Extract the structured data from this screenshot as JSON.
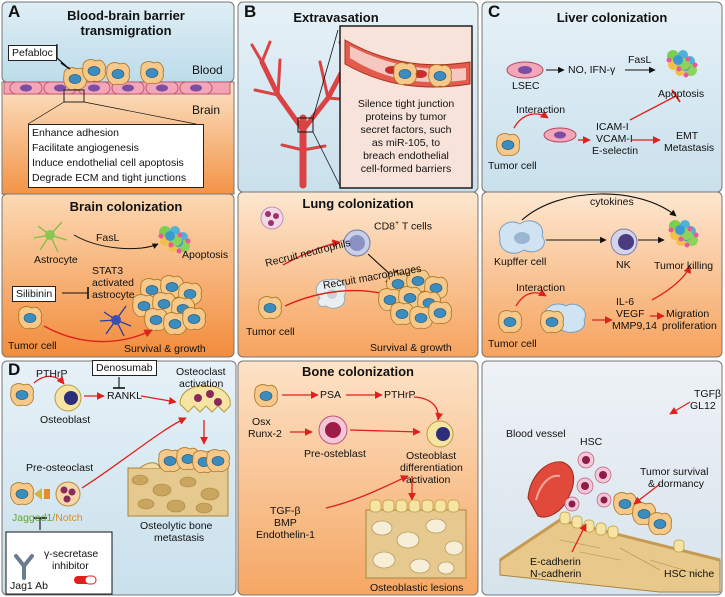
{
  "panels": {
    "a": {
      "letter": "A",
      "title_line1": "Blood-brain barrier",
      "title_line2": "transmigration",
      "inhibitor": "Pefabloc",
      "blood": "Blood",
      "brain": "Brain",
      "effects": [
        "Enhance adhesion",
        "Facilitate angiogenesis",
        "Induce endothelial cell apoptosis",
        "Degrade ECM and tight junctions"
      ],
      "colonization_title": "Brain colonization",
      "astrocyte": "Astrocyte",
      "fasl": "FasL",
      "apoptosis": "Apoptosis",
      "silibinin": "Silibinin",
      "stat3_line1": "STAT3",
      "stat3_line2": "activated",
      "stat3_line3": "astrocyte",
      "tumor_cell": "Tumor cell",
      "survival": "Survival & growth"
    },
    "b": {
      "letter": "B",
      "title": "Extravasation",
      "callout": [
        "Silence tight junction",
        "proteins by tumor",
        "secret factors, such",
        "as miR-105, to",
        "breach endothelial",
        "cell-formed barriers"
      ],
      "colonization_title": "Lung colonization",
      "cd8": "CD8",
      "cd8_sup": "+",
      "cd8_rest": " T cells",
      "neutrophils": "Recruit neutrophils",
      "macrophages": "Recruit macrophages",
      "tumor_cell": "Tumor cell",
      "survival": "Survival & growth"
    },
    "c": {
      "letter": "C",
      "title": "Liver colonization",
      "lsec": "LSEC",
      "no_ifn": "NO, IFN-γ",
      "fasl": "FasL",
      "apoptosis": "Apoptosis",
      "interaction": "Interaction",
      "adhesion": [
        "ICAM-I",
        "VCAM-I",
        "E-selectin"
      ],
      "emt": "EMT",
      "metastasis": "Metastasis",
      "tumor_cell": "Tumor cell",
      "cytokines": "cytokines",
      "kupffer": "Kupffer cell",
      "nk": "NK",
      "tumor_killing": "Tumor killing",
      "interaction2": "Interaction",
      "factors": [
        "IL-6",
        "VEGF",
        "MMP9,14"
      ],
      "migration": "Migration",
      "proliferation": "proliferation",
      "tumor_cell2": "Tumor cell"
    },
    "d": {
      "letter": "D",
      "pthrp": "PTHrP",
      "osteoblast": "Osteoblast",
      "denosumab": "Denosumab",
      "rankl": "RANKL",
      "osteoclast_line1": "Osteoclast",
      "osteoclast_line2": "activation",
      "pre_osteoclast": "Pre-osteoclast",
      "jagged": "Jagged1/",
      "notch": "Notch",
      "gamma_line1": "γ-secretase",
      "gamma_line2": "inhibitor",
      "jag1_ab": "Jag1 Ab",
      "osteolytic_line1": "Osteolytic bone",
      "osteolytic_line2": "metastasis",
      "bone_title": "Bone colonization",
      "psa": "PSA",
      "pthrp2": "PTHrP",
      "osx": "Osx",
      "runx": "Runx-2",
      "pre_osteoblast": "Pre-osteblast",
      "osteoblast_line1": "Osteoblast",
      "osteoblast_line2": "differentiation",
      "osteoblast_line3": "activation",
      "tgf": "TGF-β",
      "bmp": "BMP",
      "endothelin": "Endothelin-1",
      "osteoblastic": "Osteoblastic lesions",
      "tgfb": "TGFβ",
      "gl12": "GL12",
      "blood_vessel": "Blood vessel",
      "hsc": "HSC",
      "tumor_survival_line1": "Tumor survival",
      "tumor_survival_line2": "& dormancy",
      "ecad": "E-cadherin",
      "ncad": "N-cadherin",
      "hsc_niche": "HSC niche"
    }
  },
  "colors": {
    "arrow_red": "#e0201b",
    "blood_blue": "#cfe6f0",
    "brain_orange": "#f6a869",
    "lung_orange": "#f7b77b",
    "bone_blue": "#dbe8f1",
    "border": "#777777"
  }
}
